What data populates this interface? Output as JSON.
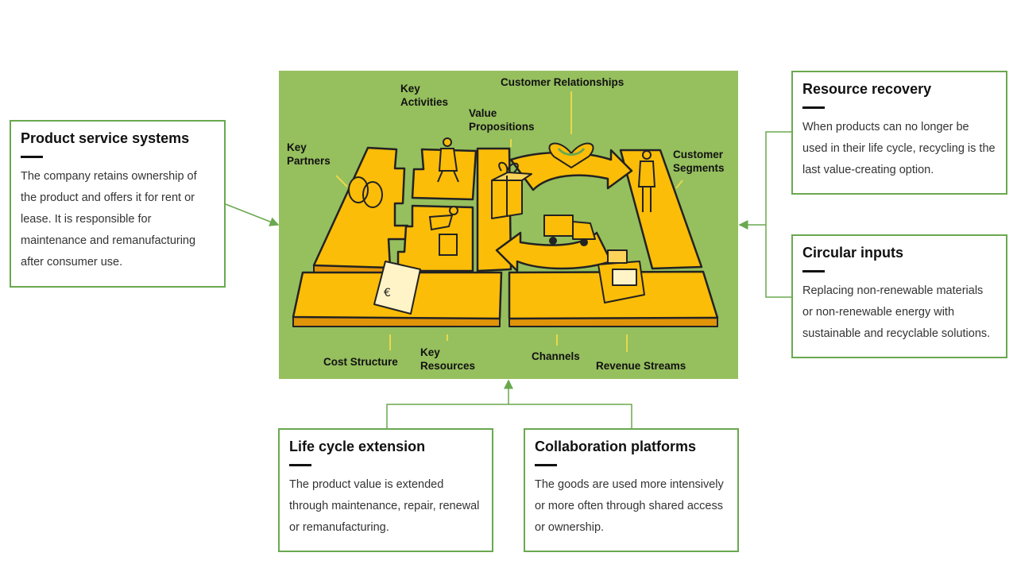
{
  "canvas": {
    "labels": {
      "key_partners": "Key\nPartners",
      "key_activities": "Key\nActivities",
      "value_propositions": "Value\nPropositions",
      "customer_relationships": "Customer Relationships",
      "customer_segments": "Customer\nSegments",
      "cost_structure": "Cost Structure",
      "key_resources": "Key\nResources",
      "channels": "Channels",
      "revenue_streams": "Revenue Streams"
    },
    "colors": {
      "background": "#96bf5e",
      "tile": "#fbbd08",
      "tile_edge": "#e0940a",
      "accent": "#6aa84f"
    }
  },
  "boxes": {
    "product_service": {
      "title": "Product service systems",
      "text": "The company retains ownership of the product and offers it for rent or lease. It is responsible for maintenance  and remanufacturing after consumer  use."
    },
    "resource_recovery": {
      "title": "Resource recovery",
      "text": "When products can no longer be used in their life cycle, recycling is the last value-creating  option."
    },
    "circular_inputs": {
      "title": "Circular inputs",
      "text": "Replacing non-renewable materials or non-renewable energy with sustainable  and recyclable solutions."
    },
    "life_cycle": {
      "title": "Life cycle extension",
      "text": "The product value is extended through maintenance,  repair, renewal or remanufacturing."
    },
    "collaboration": {
      "title": "Collaboration platforms",
      "text": "The goods are used more intensively  or more often through shared access or ownership."
    }
  }
}
